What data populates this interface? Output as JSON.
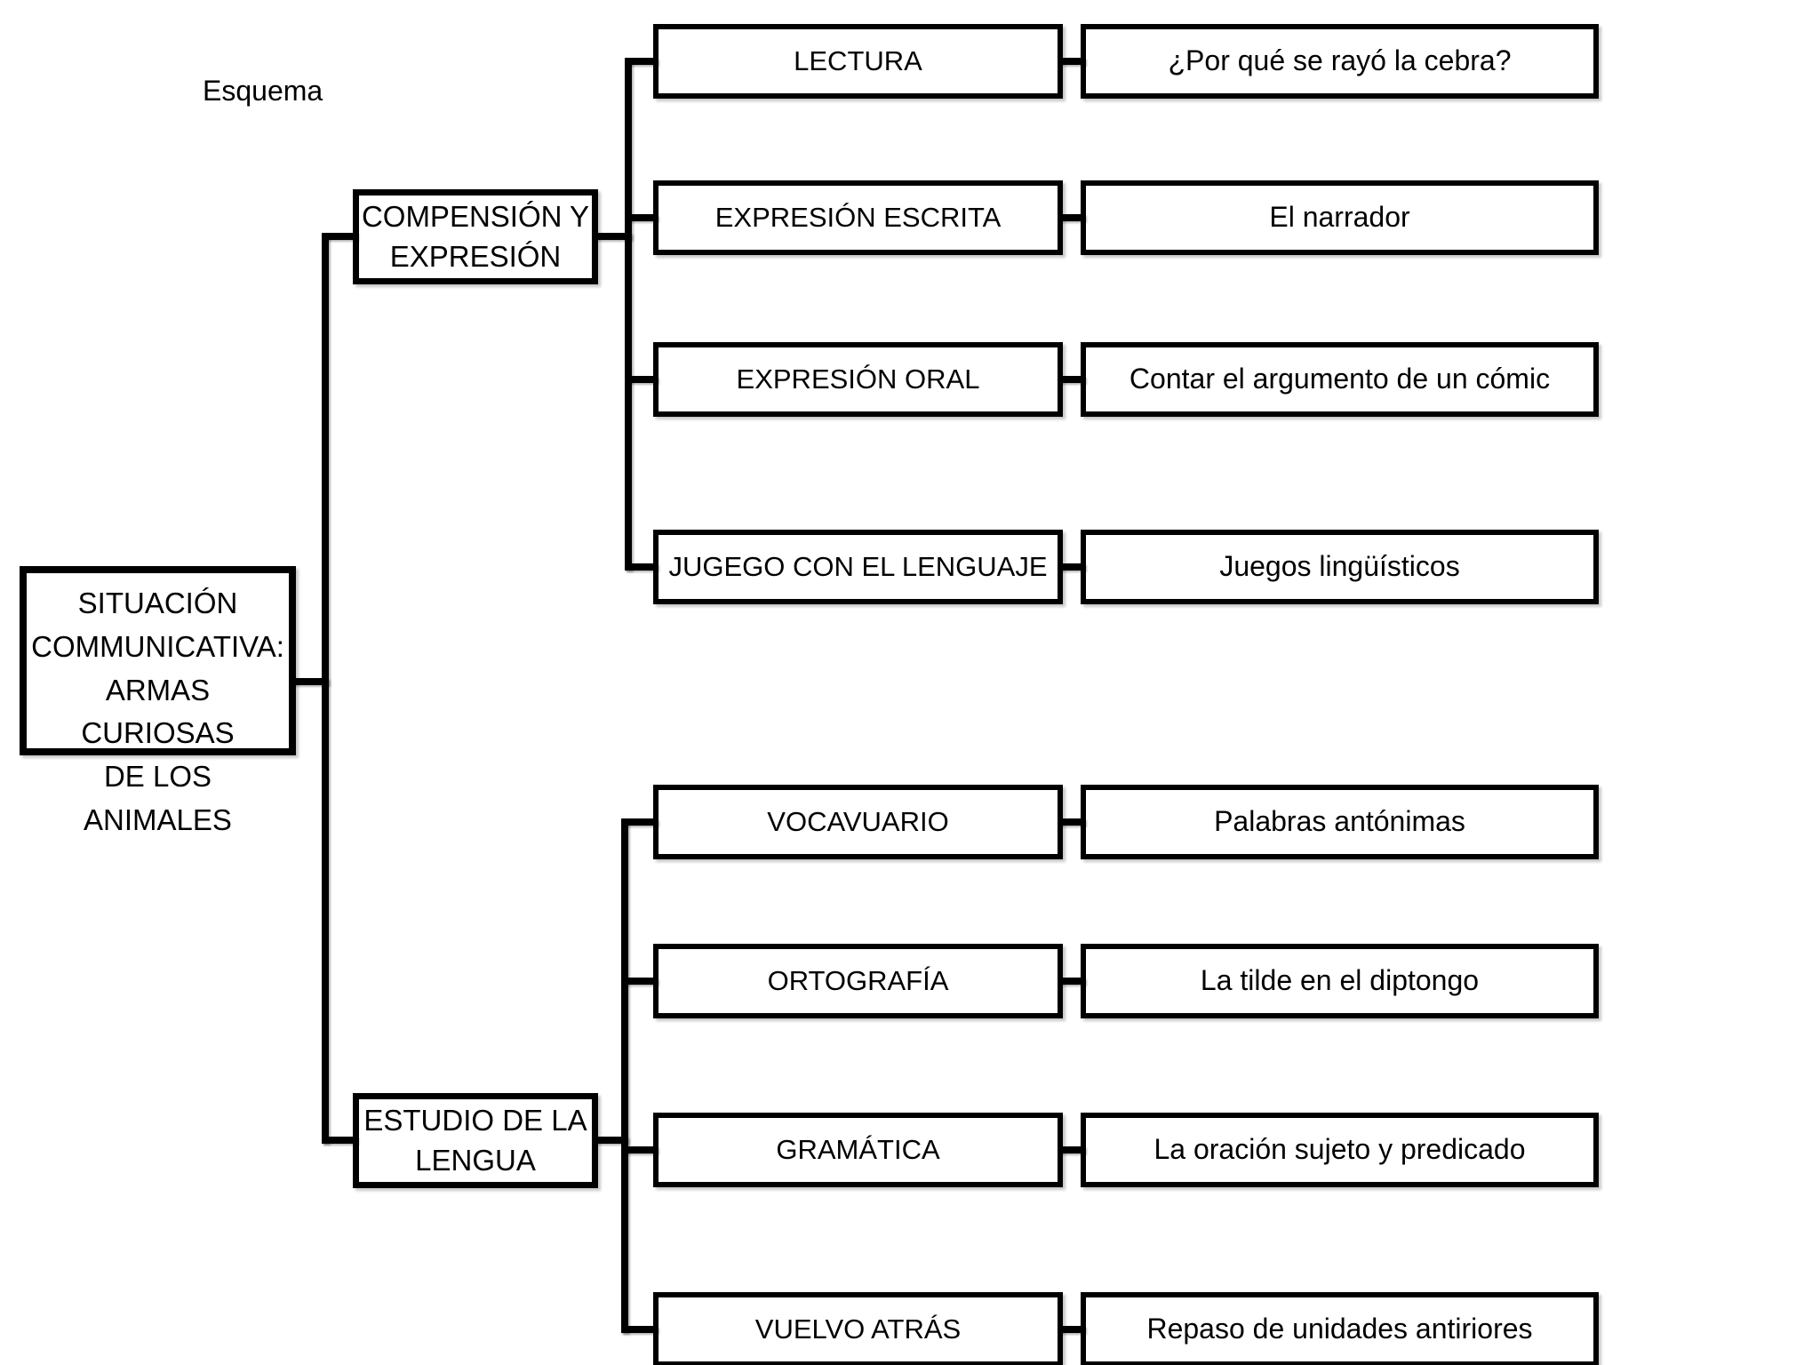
{
  "title": "Esquema",
  "colors": {
    "line_color": "#000000",
    "box_background": "#ffffff",
    "text_color": "#000000"
  },
  "root": {
    "label": "SITUACIÓN\nCOMMUNICATIVA:\nARMAS CURIOSAS\nDE LOS ANIMALES"
  },
  "branches": [
    {
      "label": "COMPENSIÓN Y\nEXPRESIÓN",
      "children": [
        {
          "category": "LECTURA",
          "content": "¿Por qué se rayó la cebra?"
        },
        {
          "category": "EXPRESIÓN ESCRITA",
          "content": "El narrador"
        },
        {
          "category": "EXPRESIÓN ORAL",
          "content": "Contar el argumento de un cómic"
        },
        {
          "category": "JUGEGO CON EL LENGUAJE",
          "content": "Juegos lingüísticos"
        }
      ]
    },
    {
      "label": "ESTUDIO DE LA\nLENGUA",
      "children": [
        {
          "category": "VOCAVUARIO",
          "content": "Palabras antónimas"
        },
        {
          "category": "ORTOGRAFÍA",
          "content": "La tilde en el diptongo"
        },
        {
          "category": "GRAMÁTICA",
          "content": "La oración sujeto y predicado"
        },
        {
          "category": "VUELVO ATRÁS",
          "content": "Repaso de unidades antiriores"
        }
      ]
    }
  ]
}
